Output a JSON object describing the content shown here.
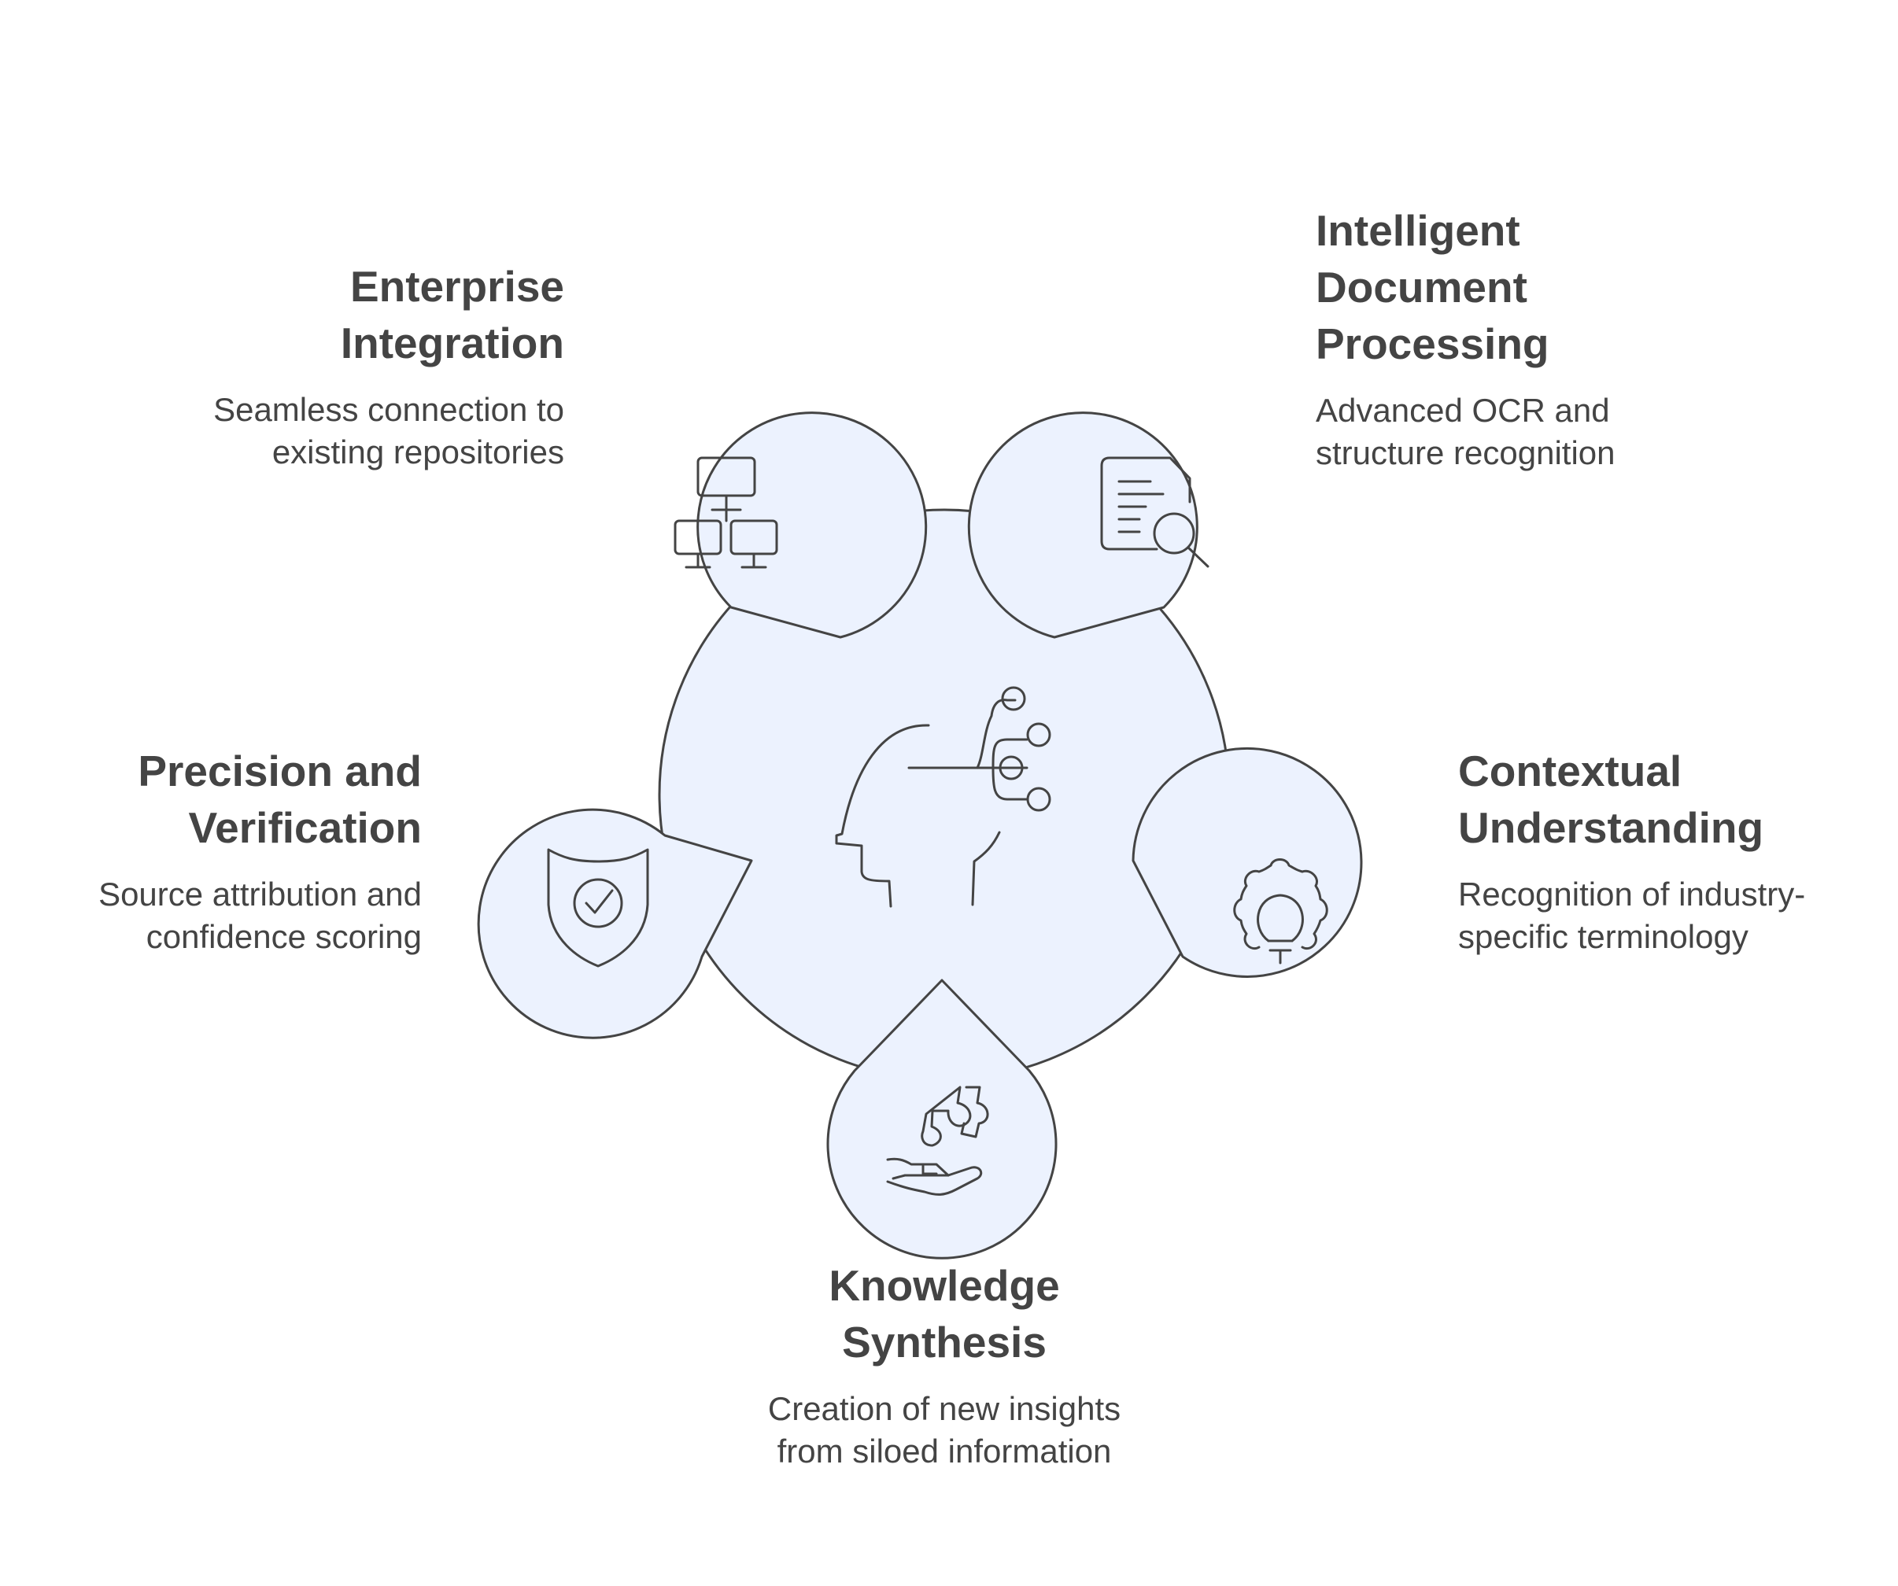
{
  "diagram": {
    "colors": {
      "fill": "#ecf2fe",
      "stroke": "#444444",
      "text": "#444444",
      "background": "#ffffff"
    },
    "center": {
      "icon": "head-network-icon"
    },
    "items": [
      {
        "key": "enterprise",
        "title": "Enterprise\nIntegration",
        "description": "Seamless connection to\nexisting repositories",
        "icon": "network-computers-icon"
      },
      {
        "key": "document",
        "title": "Intelligent\nDocument\nProcessing",
        "description": "Advanced OCR and\nstructure recognition",
        "icon": "document-search-icon"
      },
      {
        "key": "contextual",
        "title": "Contextual\nUnderstanding",
        "description": "Recognition of industry-\nspecific terminology",
        "icon": "gear-bulb-icon"
      },
      {
        "key": "knowledge",
        "title": "Knowledge\nSynthesis",
        "description": "Creation of new insights\nfrom siloed information",
        "icon": "hand-puzzle-icon"
      },
      {
        "key": "precision",
        "title": "Precision and\nVerification",
        "description": "Source attribution and\nconfidence scoring",
        "icon": "shield-check-icon"
      }
    ]
  }
}
